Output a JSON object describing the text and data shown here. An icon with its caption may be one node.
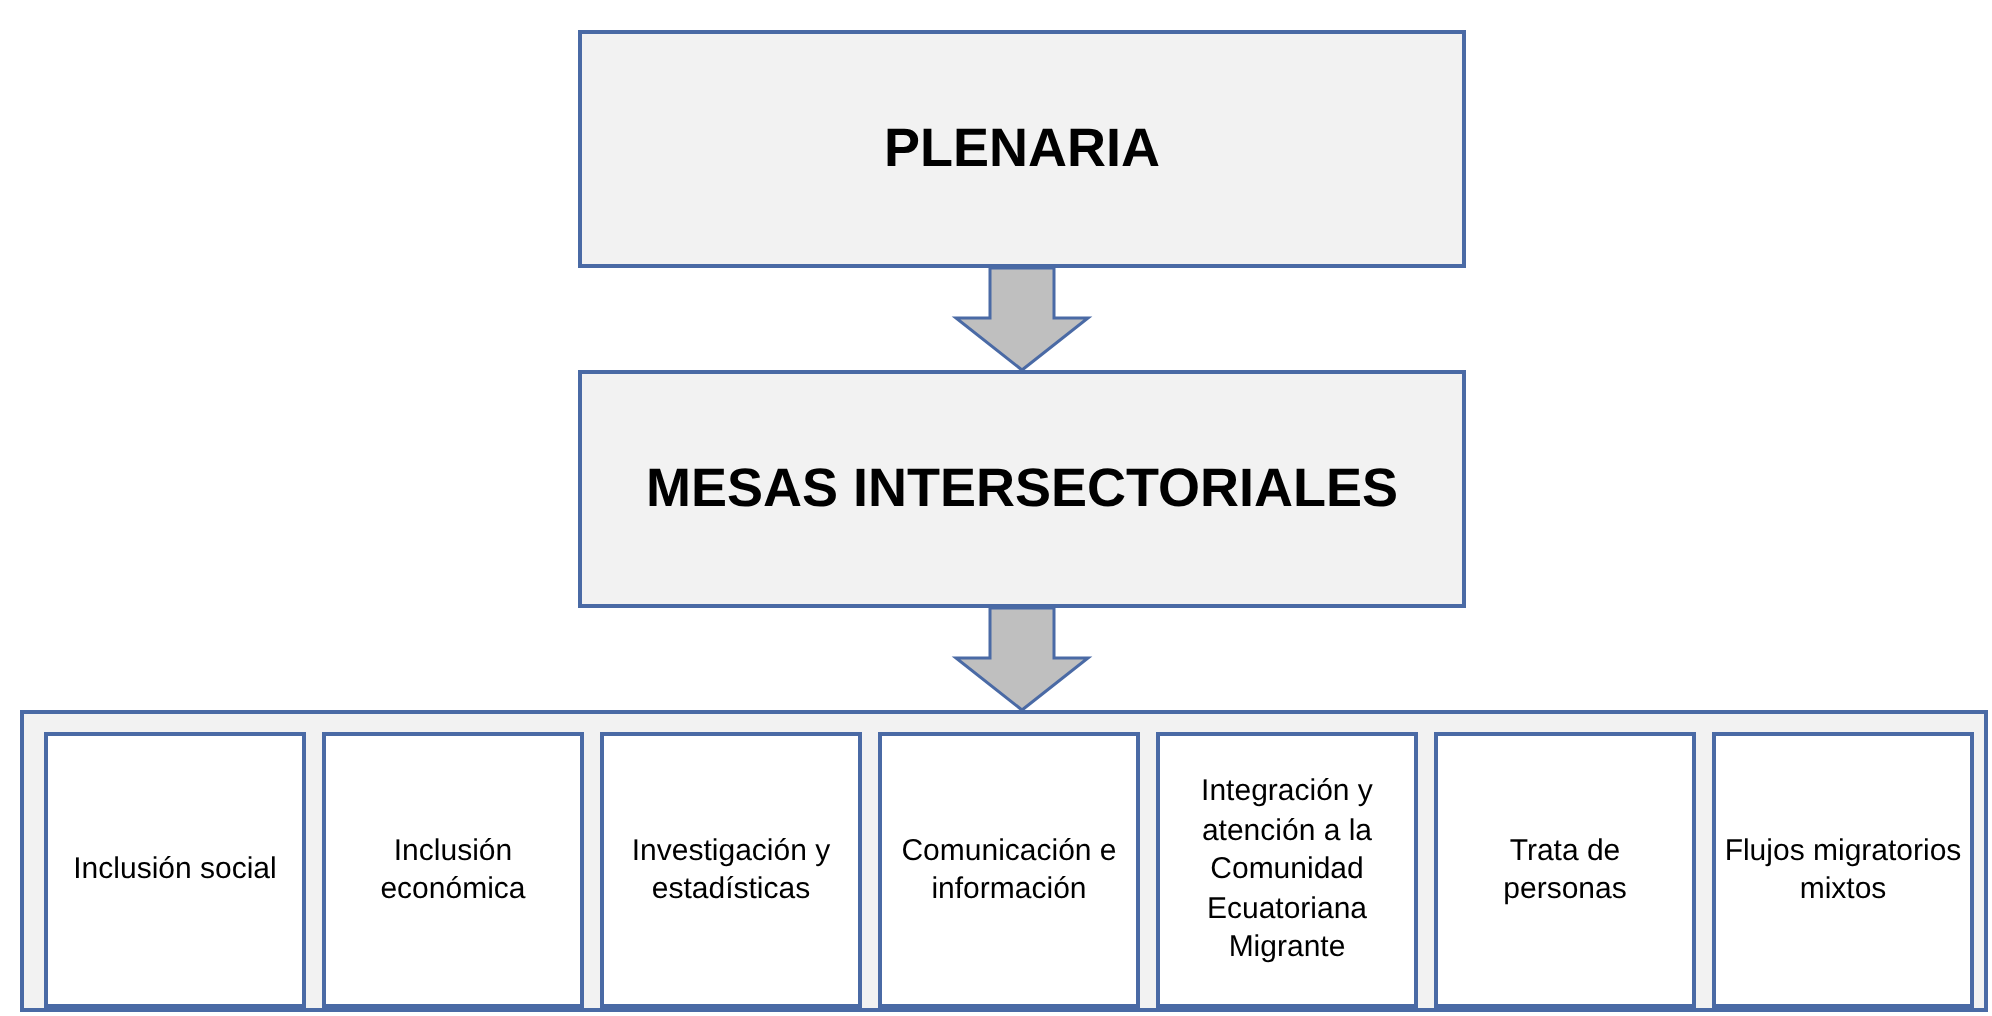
{
  "diagram": {
    "nodes": [
      {
        "text": [
          "PLENARIA"
        ]
      },
      {
        "text": [
          "MESAS INTERSECTORIALES"
        ]
      },
      {
        "text": [],
        "shape": "box"
      },
      {
        "text": [
          "Inclusión social"
        ],
        "in": 2
      },
      {
        "text": [
          "Inclusión económica"
        ],
        "in": 2
      },
      {
        "text": [
          "Investigación y estadísticas"
        ],
        "in": 2
      },
      {
        "text": [
          "Comunicación e información"
        ],
        "in": 2
      },
      {
        "text": [
          "Integración y atención a la Comunidad Ecuatoriana Migrante"
        ],
        "in": 2
      },
      {
        "text": [
          "Trata de personas"
        ],
        "in": 2
      },
      {
        "text": [
          "Flujos migratorios mixtos"
        ],
        "in": 2
      }
    ],
    "edges": [
      {
        "from": 0,
        "to": 1,
        "arrow": "to"
      },
      {
        "from": 1,
        "to": 2,
        "arrow": "to"
      }
    ]
  }
}
